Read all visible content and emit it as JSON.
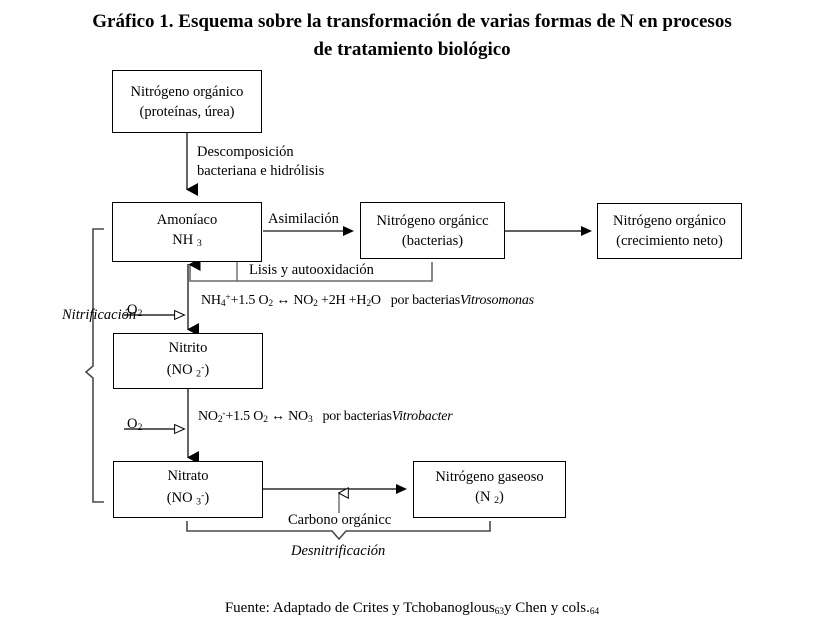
{
  "title": {
    "line1": "Gráfico 1. Esquema sobre la transformación de varias formas de N en procesos",
    "line2": "de tratamiento biológico"
  },
  "boxes": {
    "organic_n_source": {
      "line1": "Nitrógeno orgánico",
      "line2": "(proteínas, úrea)"
    },
    "ammonia": {
      "line1": "Amoníaco",
      "line2": "NH 3"
    },
    "organic_n_bacteria": {
      "line1": "Nitrógeno orgánicc",
      "line2": "(bacterias)"
    },
    "organic_n_net": {
      "line1": "Nitrógeno orgánico",
      "line2": "(crecimiento neto)"
    },
    "nitrite": {
      "line1": "Nitrito",
      "line2": "(NO 2 -)"
    },
    "nitrate": {
      "line1": "Nitrato",
      "line2": "(NO 3 -)"
    },
    "gaseous_n": {
      "line1": "Nitrógeno gaseoso",
      "line2": "(N 2)"
    }
  },
  "labels": {
    "decomposition_l1": "Descomposición",
    "decomposition_l2": "bacteriana e hidrólisis",
    "assimilation": "Asimilación",
    "lysis": "Lisis y autooxidación",
    "o2_top": "O2",
    "o2_bottom": "O2",
    "nitrification": "Nitrificación",
    "denitrification": "Desnitrificación",
    "organic_carbon": "Carbono orgánicc"
  },
  "equations": {
    "nitrosomonas": "NH4+ +1.5 O2 ↔ NO2 +2H +H2O   por bacterias",
    "nitrosomonas_organism": "Vitrosomonas",
    "nitrobacter": "NO2- +1.5 O2 ↔ NO3   por bacterias",
    "nitrobacter_organism": "Vitrobacter"
  },
  "footer": {
    "text_a": "Fuente: Adaptado de Crites y Tchobanoglous",
    "ref_a": "63",
    "text_b": "y Chen y cols.",
    "ref_b": "64"
  },
  "colors": {
    "stroke": "#000000",
    "gray_stroke": "#6a6a6a",
    "background": "#ffffff"
  }
}
